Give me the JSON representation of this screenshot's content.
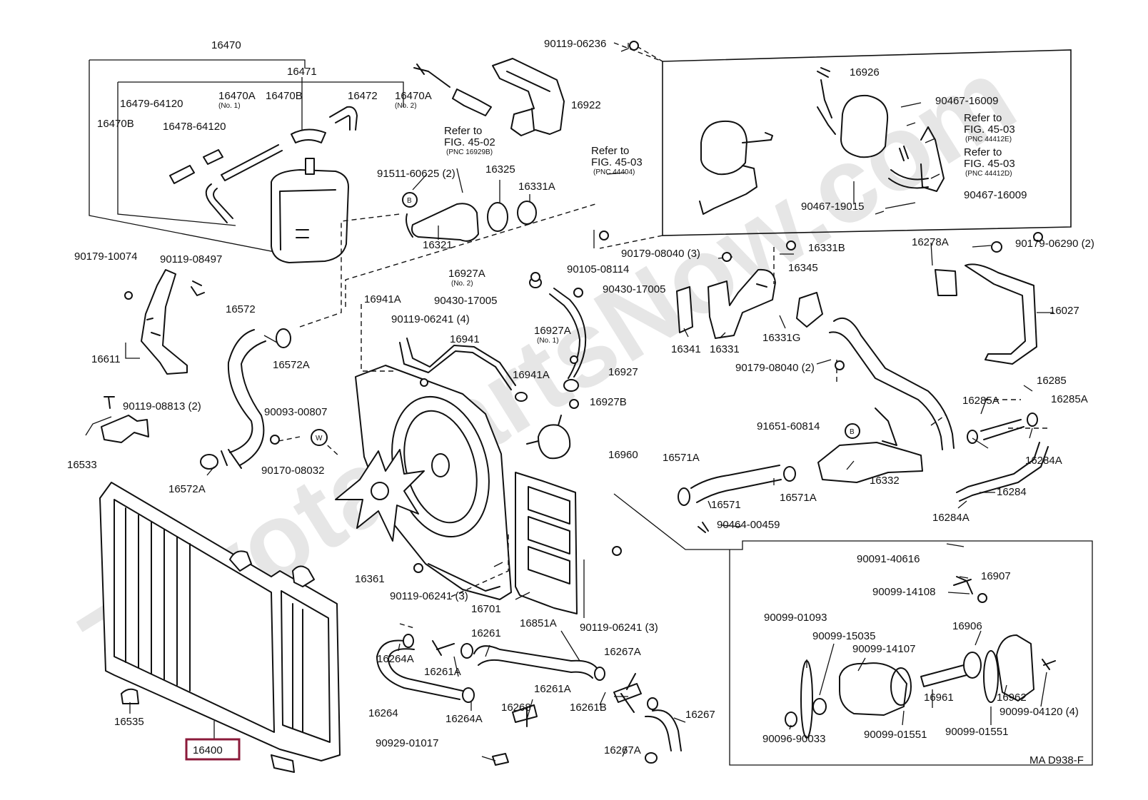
{
  "watermark": "ToyotaPartsNow.com",
  "labels": {
    "l16470": "16470",
    "l16471": "16471",
    "l16479": "16479-64120",
    "l16470a1": "16470A",
    "l16470a1n": "(No. 1)",
    "l16470b_top": "16470B",
    "l16472": "16472",
    "l16470a2": "16470A",
    "l16470a2n": "(No. 2)",
    "l16470b_left": "16470B",
    "l16478": "16478-64120",
    "l16922": "16922",
    "refer1a": "Refer to",
    "refer1b": "FIG. 45-02",
    "refer1c": "(PNC 16929B)",
    "l90119_06236": "90119-06236",
    "l16926": "16926",
    "l90467_16009a": "90467-16009",
    "refer2a": "Refer to",
    "refer2b": "FIG. 45-03",
    "refer2c": "(PNC 44412E)",
    "refer3a": "Refer to",
    "refer3b": "FIG. 45-03",
    "refer3c": "(PNC 44412D)",
    "refer4a": "Refer to",
    "refer4b": "FIG. 45-03",
    "refer4c": "(PNC 44404)",
    "l90467_19015": "90467-19015",
    "l90467_16009b": "90467-16009",
    "l91511": "91511-60625 (2)",
    "l16325": "16325",
    "l16331a": "16331A",
    "l16321": "16321",
    "l90179_10074": "90179-10074",
    "l90119_08497": "90119-08497",
    "l16611": "16611",
    "l90105": "90105-08114",
    "l90179_08040a": "90179-08040 (3)",
    "l16331b": "16331B",
    "l16278a": "16278A",
    "l90179_06290": "90179-06290 (2)",
    "l16345": "16345",
    "l16027": "16027",
    "l16341": "16341",
    "l16331": "16331",
    "l16331g": "16331G",
    "l90179_08040b": "90179-08040 (2)",
    "l16572": "16572",
    "l16572a_top": "16572A",
    "l16927a2": "16927A",
    "l16927a2n": "(No. 2)",
    "l90430_a": "90430-17005",
    "l90430_b": "90430-17005",
    "l16941a_l": "16941A",
    "l90119_06241_4": "90119-06241 (4)",
    "l16941": "16941",
    "l16927a1": "16927A",
    "l16927a1n": "(No. 1)",
    "l16941a_r": "16941A",
    "l16927": "16927",
    "l16927b": "16927B",
    "l90119_08813": "90119-08813 (2)",
    "l16533": "16533",
    "l90093": "90093-00807",
    "l90170": "90170-08032",
    "l16572a_bot": "16572A",
    "l16960": "16960",
    "l91651": "91651-60814",
    "l16285": "16285",
    "l16285a_l": "16285A",
    "l16285a_r": "16285A",
    "l16571a_l": "16571A",
    "l16571": "16571",
    "l16571a_r": "16571A",
    "l16332": "16332",
    "l16284a_r": "16284A",
    "l16284": "16284",
    "l16284a_b": "16284A",
    "l90464": "90464-00459",
    "l16361": "16361",
    "l90119_06241_3a": "90119-06241 (3)",
    "l16701": "16701",
    "l16851a": "16851A",
    "l90119_06241_3b": "90119-06241 (3)",
    "l90091": "90091-40616",
    "l16907": "16907",
    "l90099_14108": "90099-14108",
    "l90099_01093": "90099-01093",
    "l90099_15035": "90099-15035",
    "l90099_14107": "90099-14107",
    "l16906": "16906",
    "l16961": "16961",
    "l16962": "16962",
    "l90099_04120": "90099-04120 (4)",
    "l90096": "90096-90033",
    "l90099_01551a": "90099-01551",
    "l90099_01551b": "90099-01551",
    "l16261": "16261",
    "l16264a_t": "16264A",
    "l16261a_l": "16261A",
    "l16261a_r": "16261A",
    "l16267a_t": "16267A",
    "l16264": "16264",
    "l16264a_b": "16264A",
    "l16268": "16268",
    "l16261b": "16261B",
    "l16267": "16267",
    "l16267a_b": "16267A",
    "l90929": "90929-01017",
    "l16535": "16535",
    "l16400": "16400",
    "fig_code": "MA D938-F",
    "circle_b1": "B",
    "circle_b2": "B",
    "circle_w": "W"
  },
  "highlight": {
    "part": "16400",
    "color": "#8b1a3a"
  }
}
